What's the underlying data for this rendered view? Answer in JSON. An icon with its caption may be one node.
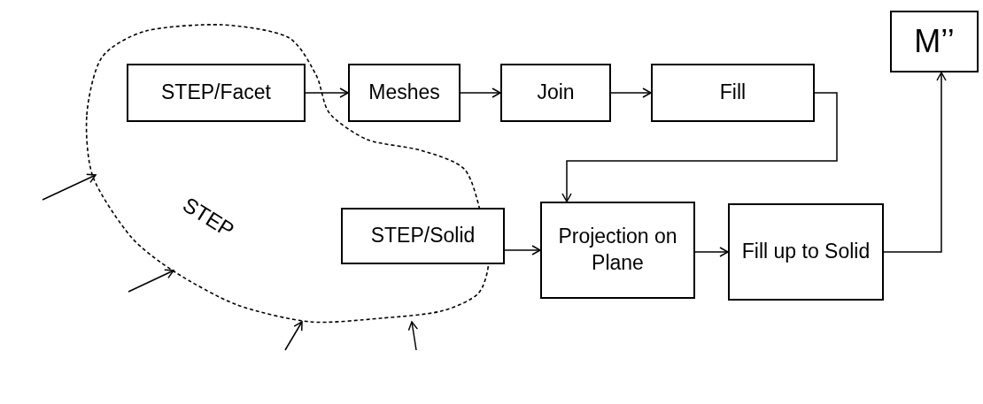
{
  "diagram": {
    "nodes": [
      {
        "text": [
          "STEP"
        ]
      },
      {
        "text": [
          "STEP/Facet"
        ],
        "in": 0
      },
      {
        "text": [
          "Meshes"
        ]
      },
      {
        "text": [
          "Join"
        ]
      },
      {
        "text": [
          "Fill"
        ]
      },
      {
        "text": [
          "STEP/Solid"
        ],
        "in": 0
      },
      {
        "text": [
          "Projection on Plane"
        ]
      },
      {
        "text": [
          "Fill up to Solid"
        ]
      },
      {
        "text": [
          "M’’"
        ]
      }
    ],
    "edges": [
      {
        "from": 1,
        "to": 2,
        "arrow": "to"
      },
      {
        "from": 2,
        "to": 3,
        "arrow": "to"
      },
      {
        "from": 3,
        "to": 4,
        "arrow": "to"
      },
      {
        "from": 4,
        "to": 6,
        "arrow": "to"
      },
      {
        "from": 5,
        "to": 6,
        "arrow": "to"
      },
      {
        "from": 6,
        "to": 7,
        "arrow": "to"
      },
      {
        "from": 7,
        "to": 8,
        "arrow": "to"
      },
      {
        "from": null,
        "to": 0,
        "arrow": "to"
      },
      {
        "from": null,
        "to": 0,
        "arrow": "to"
      },
      {
        "from": null,
        "to": 0,
        "arrow": "to"
      },
      {
        "from": null,
        "to": 0,
        "arrow": "to"
      }
    ]
  }
}
